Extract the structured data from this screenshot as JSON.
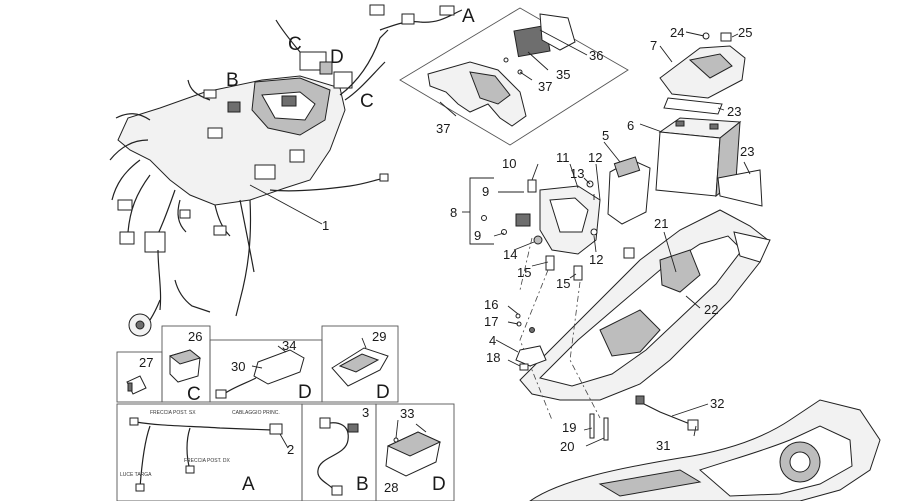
{
  "callouts": {
    "c1": "1",
    "c2": "2",
    "c3": "3",
    "c4": "4",
    "c5": "5",
    "c6": "6",
    "c7": "7",
    "c8": "8",
    "c9a": "9",
    "c9b": "9",
    "c10": "10",
    "c11": "11",
    "c12a": "12",
    "c12b": "12",
    "c13": "13",
    "c14": "14",
    "c15a": "15",
    "c15b": "15",
    "c16": "16",
    "c17": "17",
    "c18": "18",
    "c19": "19",
    "c20": "20",
    "c21": "21",
    "c22": "22",
    "c23a": "23",
    "c23b": "23",
    "c24": "24",
    "c25": "25",
    "c26": "26",
    "c27": "27",
    "c28": "28",
    "c29": "29",
    "c30": "30",
    "c31": "31",
    "c32": "32",
    "c33": "33",
    "c34": "34",
    "c35": "35",
    "c36": "36",
    "c37a": "37",
    "c37b": "37"
  },
  "connector_letters": {
    "top_a": "A",
    "top_b": "B",
    "top_c1": "C",
    "top_d": "D",
    "top_c2": "C",
    "box_c": "C",
    "box_d1": "D",
    "box_d2": "D",
    "box_a": "A",
    "box_b": "B",
    "box_d3": "D"
  },
  "harness_labels": {
    "freccia_post_sx": "FRECCIA POST. SX",
    "cablaggio_princ": "CABLAGGIO PRINC.",
    "luce_targa": "LUCE TARGA",
    "freccia_post_dx": "FRECCIA POST. DX"
  }
}
